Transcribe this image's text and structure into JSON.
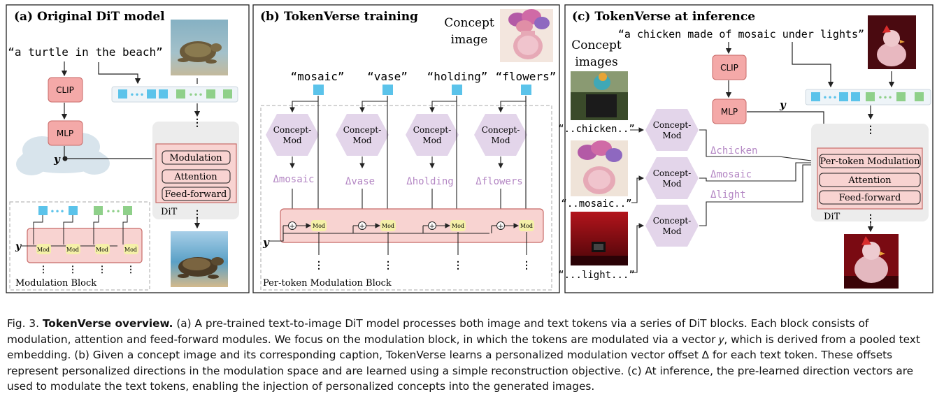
{
  "panel_a": {
    "title": "(a) Original DiT model",
    "prompt": "“a turtle in the beach”",
    "clip": "CLIP",
    "mlp": "MLP",
    "y": "y",
    "modulation": "Modulation",
    "attention": "Attention",
    "feed_forward": "Feed-forward",
    "dit": "DiT",
    "mod_block_label": "Modulation Block",
    "mod": "Mod"
  },
  "panel_b": {
    "title": "(b) TokenVerse training",
    "concept_image_label": "Concept image",
    "tokens": [
      "“mosaic”",
      "“vase”",
      "“holding”",
      "“flowers”"
    ],
    "concept_mod": "Concept-Mod",
    "deltas": [
      "Δmosaic",
      "Δvase",
      "Δholding",
      "Δflowers"
    ],
    "mod": "Mod",
    "y": "y",
    "block_label": "Per-token Modulation Block"
  },
  "panel_c": {
    "title": "(c) TokenVerse at inference",
    "prompt": "“a chicken made of mosaic under lights”",
    "concept_images_label": "Concept images",
    "captions": [
      "“..chicken..”",
      "“..mosaic..”",
      "“...light...”"
    ],
    "concept_mod": "Concept-Mod",
    "deltas": [
      "Δchicken",
      "Δmosaic",
      "Δlight"
    ],
    "clip": "CLIP",
    "mlp": "MLP",
    "y": "y",
    "per_token_mod": "Per-token Modulation",
    "attention": "Attention",
    "feed_forward": "Feed-forward",
    "dit": "DiT"
  },
  "caption": {
    "fig_no": "Fig. 3.",
    "bold": "TokenVerse overview.",
    "text": "(a) A pre-trained text-to-image DiT model processes both image and text tokens via a series of DiT blocks. Each block consists of modulation, attention and feed-forward modules. We focus on the modulation block, in which the tokens are modulated via a vector 𝑦, which is derived from a pooled text embedding. (b) Given a concept image and its corresponding caption, TokenVerse learns a personalized modulation vector offset Δ for each text token. These offsets represent personalized directions in the modulation space and are learned using a simple reconstruction objective. (c) At inference, the pre-learned direction vectors are used to modulate the text tokens, enabling the injection of personalized concepts into the generated images."
  },
  "colors": {
    "pink_box": "#f4a9a8",
    "pink_fill": "#f8d3d1",
    "blue_token": "#5bc3ea",
    "green_token": "#8fd08a",
    "lavender": "#e3d5ea",
    "delta_purple": "#b487c4",
    "mod_yellow": "#f5f0a8",
    "gray_panel": "#ececec"
  }
}
